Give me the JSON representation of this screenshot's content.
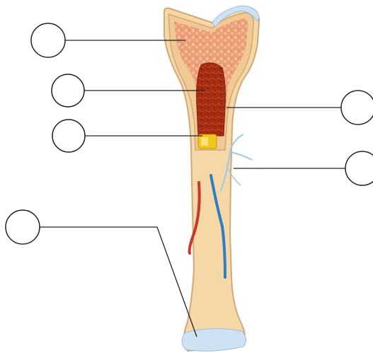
{
  "diagram": {
    "subject": "long-bone-cross-section",
    "label_circles": [
      {
        "side": "left",
        "label": ""
      },
      {
        "side": "left",
        "label": ""
      },
      {
        "side": "left",
        "label": ""
      },
      {
        "side": "right",
        "label": ""
      },
      {
        "side": "right",
        "label": ""
      },
      {
        "side": "left",
        "label": ""
      }
    ],
    "colors": {
      "bone_compact": "#f5d6a6",
      "bone_outline": "#d2a877",
      "spongy_bone": "#e9a07b",
      "red_marrow": "#9e2a10",
      "yellow_marrow": "#f0c419",
      "articular_cartilage": "#cfe2f4",
      "artery": "#c7372a",
      "vein": "#2f7fc0",
      "leader_line": "#222222"
    }
  }
}
